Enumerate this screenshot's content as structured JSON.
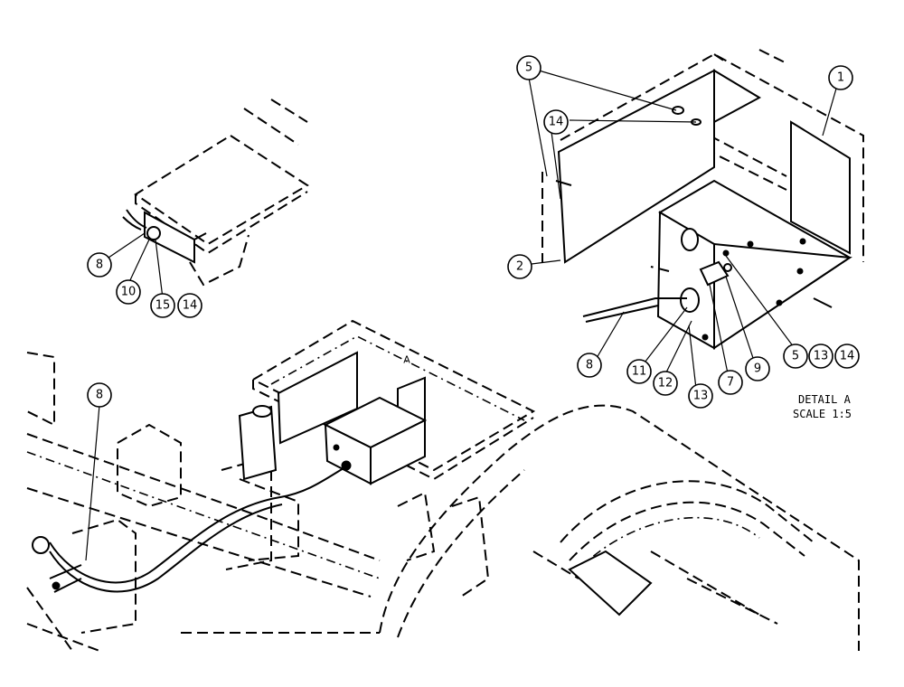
{
  "callouts": {
    "detail_a": {
      "c1": "1",
      "c2": "2",
      "c5a": "5",
      "c14a": "14",
      "c8": "8",
      "c11": "11",
      "c12": "12",
      "c13a": "13",
      "c7": "7",
      "c9": "9",
      "c5b": "5",
      "c13b": "13",
      "c14b": "14"
    },
    "small_view": {
      "c8": "8",
      "c10": "10",
      "c15": "15",
      "c14": "14"
    },
    "main_view": {
      "c8": "8"
    }
  },
  "detail_label": {
    "line1": "DETAIL  A",
    "line2": "SCALE  1:5"
  },
  "view_marker": "A"
}
